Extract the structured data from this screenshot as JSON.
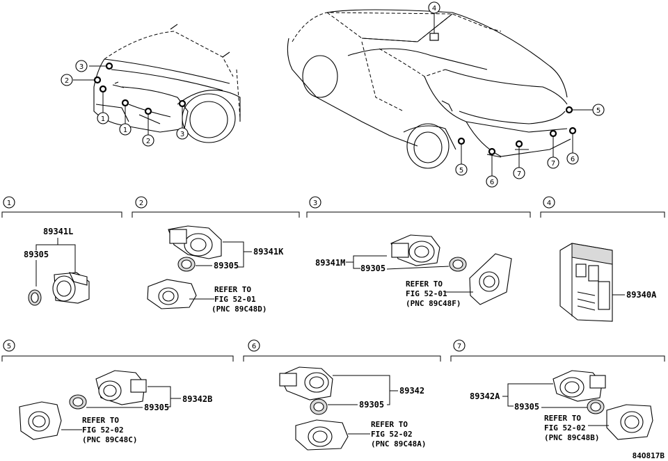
{
  "callouts": [
    "1",
    "2",
    "3",
    "4",
    "5",
    "6",
    "7"
  ],
  "sections": [
    {
      "num": "1",
      "parts": [
        "89341L",
        "89305"
      ]
    },
    {
      "num": "2",
      "parts": [
        "89341K",
        "89305"
      ],
      "refer": [
        "REFER TO",
        "FIG 52-01",
        "(PNC 89C48D)"
      ]
    },
    {
      "num": "3",
      "parts": [
        "89341M",
        "89305"
      ],
      "refer": [
        "REFER TO",
        "FIG 52-01",
        "(PNC 89C48F)"
      ]
    },
    {
      "num": "4",
      "parts": [
        "89340A"
      ]
    },
    {
      "num": "5",
      "parts": [
        "89342B",
        "89305"
      ],
      "refer": [
        "REFER TO",
        "FIG 52-02",
        "(PNC 89C48C)"
      ]
    },
    {
      "num": "6",
      "parts": [
        "89342",
        "89305"
      ],
      "refer": [
        "REFER TO",
        "FIG 52-02",
        "(PNC 89C48A)"
      ]
    },
    {
      "num": "7",
      "parts": [
        "89342A",
        "89305"
      ],
      "refer": [
        "REFER TO",
        "FIG 52-02",
        "(PNC 89C48B)"
      ]
    }
  ],
  "figure_id": "84O817B"
}
